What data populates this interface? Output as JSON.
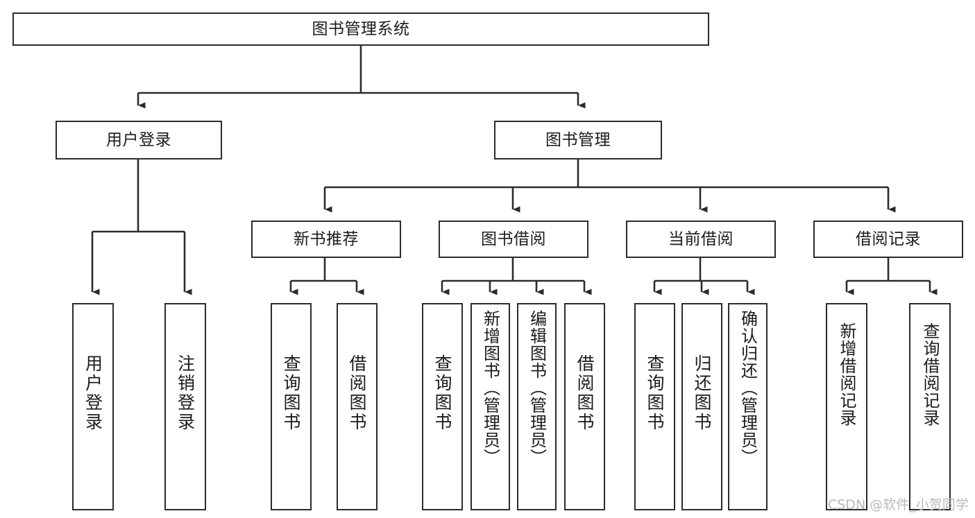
{
  "diagram": {
    "type": "tree-hierarchy",
    "title": "图书管理系统",
    "watermark": "CSDN @软件_小贺同学",
    "colors": {
      "stroke": "#2b2b2b",
      "background": "#ffffff",
      "text": "#1b1b1b",
      "watermark": "#b9b9b9"
    },
    "nodes": {
      "root": {
        "label": "图书管理系统",
        "level": 0,
        "orientation": "horizontal"
      },
      "l1": [
        {
          "id": "user-login",
          "label": "用户登录",
          "level": 1,
          "orientation": "horizontal"
        },
        {
          "id": "book-manage",
          "label": "图书管理",
          "level": 1,
          "orientation": "horizontal"
        }
      ],
      "l2": [
        {
          "id": "new-book-recommend",
          "label": "新书推荐",
          "level": 2,
          "orientation": "horizontal",
          "parent": "book-manage"
        },
        {
          "id": "book-borrow",
          "label": "图书借阅",
          "level": 2,
          "orientation": "horizontal",
          "parent": "book-manage"
        },
        {
          "id": "current-borrow",
          "label": "当前借阅",
          "level": 2,
          "orientation": "horizontal",
          "parent": "book-manage"
        },
        {
          "id": "borrow-record",
          "label": "借阅记录",
          "level": 2,
          "orientation": "horizontal",
          "parent": "book-manage"
        }
      ],
      "leaves": [
        {
          "id": "leaf-user-login",
          "label": "用户登录",
          "parent": "user-login",
          "orientation": "vertical"
        },
        {
          "id": "leaf-user-logout",
          "label": "注销登录",
          "parent": "user-login",
          "orientation": "vertical"
        },
        {
          "id": "leaf-query-book-1",
          "label": "查询图书",
          "parent": "new-book-recommend",
          "orientation": "vertical"
        },
        {
          "id": "leaf-borrow-book-1",
          "label": "借阅图书",
          "parent": "new-book-recommend",
          "orientation": "vertical"
        },
        {
          "id": "leaf-query-book-2",
          "label": "查询图书",
          "parent": "book-borrow",
          "orientation": "vertical"
        },
        {
          "id": "leaf-add-book",
          "label": "新增图书（管理员）",
          "parent": "book-borrow",
          "orientation": "vertical"
        },
        {
          "id": "leaf-edit-book",
          "label": "编辑图书（管理员）",
          "parent": "book-borrow",
          "orientation": "vertical"
        },
        {
          "id": "leaf-borrow-book-2",
          "label": "借阅图书",
          "parent": "book-borrow",
          "orientation": "vertical"
        },
        {
          "id": "leaf-query-book-3",
          "label": "查询图书",
          "parent": "current-borrow",
          "orientation": "vertical"
        },
        {
          "id": "leaf-return-book",
          "label": "归还图书",
          "parent": "current-borrow",
          "orientation": "vertical"
        },
        {
          "id": "leaf-confirm-return",
          "label": "确认归还（管理员）",
          "parent": "current-borrow",
          "orientation": "vertical"
        },
        {
          "id": "leaf-add-record",
          "label": "新增借阅记录",
          "parent": "borrow-record",
          "orientation": "vertical"
        },
        {
          "id": "leaf-query-record",
          "label": "查询借阅记录",
          "parent": "borrow-record",
          "orientation": "vertical"
        }
      ]
    }
  }
}
